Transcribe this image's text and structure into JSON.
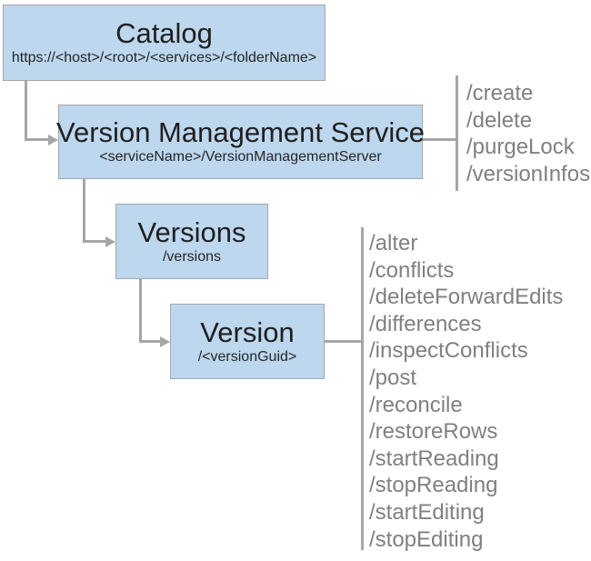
{
  "diagram": {
    "nodes": {
      "catalog": {
        "title": "Catalog",
        "subtitle": "https://<host>/<root>/<services>/<folderName>"
      },
      "service": {
        "title": "Version Management Service",
        "subtitle": "<serviceName>/VersionManagementServer"
      },
      "versions": {
        "title": "Versions",
        "subtitle": "/versions"
      },
      "version": {
        "title": "Version",
        "subtitle": "/<versionGuid>"
      }
    },
    "ops": {
      "service": {
        "items": [
          "/create",
          "/delete",
          "/purgeLock",
          "/versionInfos"
        ]
      },
      "version": {
        "items": [
          "/alter",
          "/conflicts",
          "/deleteForwardEdits",
          "/differences",
          "/inspectConflicts",
          "/post",
          "/reconcile",
          "/restoreRows",
          "/startReading",
          "/stopReading",
          "/startEditing",
          "/stopEditing"
        ]
      }
    },
    "colors": {
      "box_fill": "#bdd7ee",
      "box_border": "#a6a6a6",
      "connector": "#a6a6a6",
      "ops_text": "#808080",
      "title_text": "#1f1f1f"
    }
  }
}
